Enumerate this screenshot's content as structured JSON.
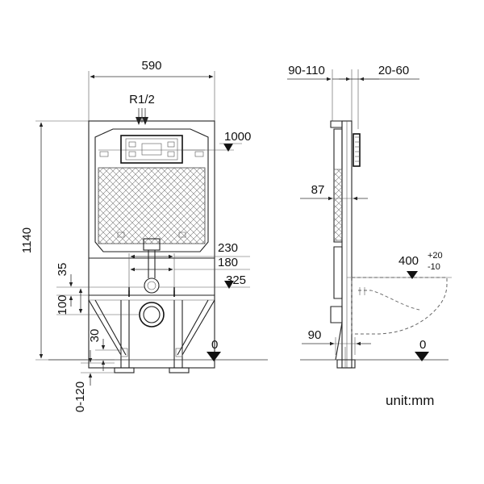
{
  "front_view": {
    "width_label": "590",
    "inlet_label": "R1/2",
    "height_label": "1140",
    "actuator_height_label": "1000",
    "flush_outlet_spacing_label": "230",
    "bolt_spacing_label": "180",
    "outlet_height_label": "325",
    "dim_35_label": "35",
    "dim_100_label": "100",
    "dim_30_label": "30",
    "leg_adjust_label": "0-120",
    "floor_level_label": "0"
  },
  "side_view": {
    "frame_depth_label": "90-110",
    "wall_thickness_label": "20-60",
    "cistern_depth_label": "87",
    "seat_height_label": "400",
    "seat_tolerance_plus": "+20",
    "seat_tolerance_minus": "-10",
    "foot_depth_label": "90",
    "floor_level_label": "0"
  },
  "unit_label": "unit:mm"
}
